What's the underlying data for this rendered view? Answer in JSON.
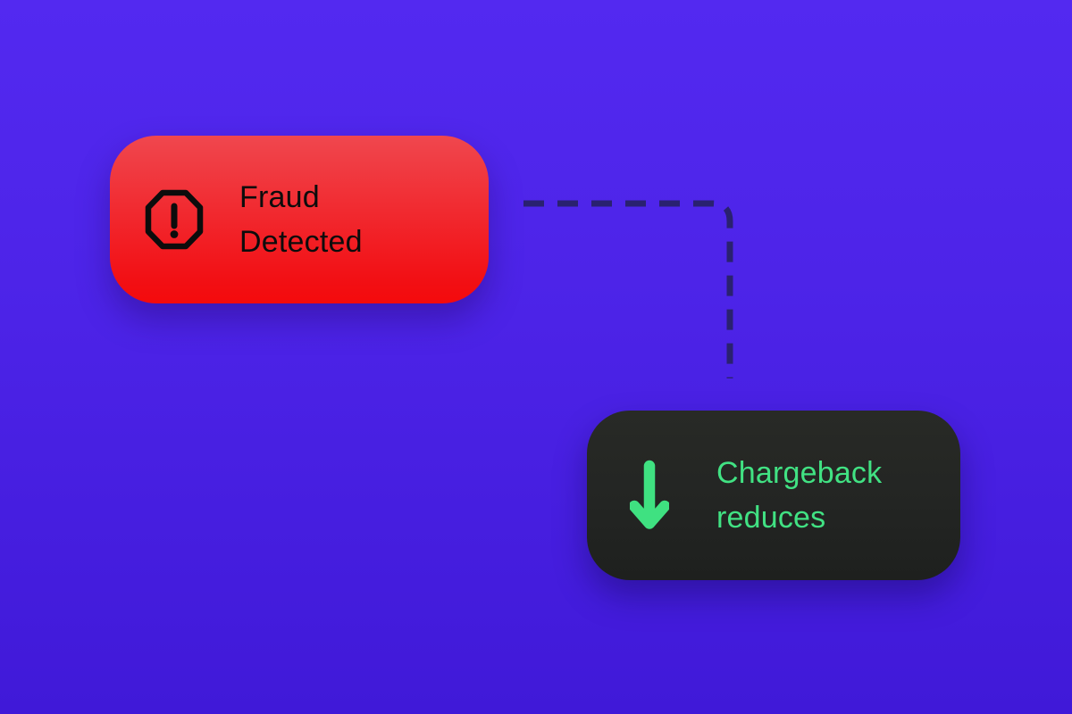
{
  "background": {
    "gradient_top": "#5329f0",
    "gradient_bottom": "#4019d8"
  },
  "diagram": {
    "nodes": [
      {
        "id": "fraud-detected",
        "lines": [
          "Fraud",
          "Detected"
        ],
        "icon": "alert-octagon-icon",
        "colors": {
          "bg_top": "#f0474e",
          "bg_bottom": "#f40a0c",
          "text": "#0c0c0c",
          "icon": "#0c0c0c"
        }
      },
      {
        "id": "chargeback-reduces",
        "lines": [
          "Chargeback",
          "reduces"
        ],
        "icon": "arrow-down-icon",
        "colors": {
          "bg_top": "#282a26",
          "bg_bottom": "#1e201e",
          "text": "#41e283",
          "icon": "#3fe181"
        }
      }
    ],
    "connector": {
      "from": "fraud-detected",
      "to": "chargeback-reduces",
      "style": "dashed",
      "color": "#2a2170"
    }
  }
}
